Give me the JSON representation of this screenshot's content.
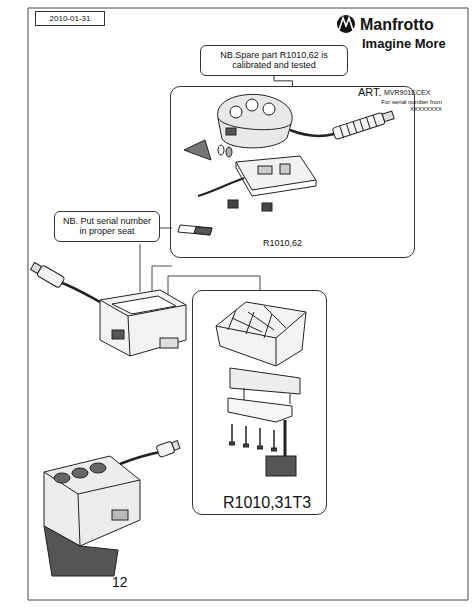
{
  "diagram": {
    "nodes": [
      {
        "text": [
          "2010-01-31"
        ]
      },
      {
        "text": [
          "NB.Spare part R1010,62 is calibrated and tested"
        ]
      },
      {
        "text": [
          "R1010,62"
        ]
      },
      {
        "text": [
          "NB. Put serial number in proper seat"
        ]
      },
      {
        "text": [
          "R1010,31T3"
        ]
      }
    ],
    "edges": [
      {
        "from": 1,
        "to": 2,
        "arrow": "none"
      }
    ],
    "labels": [
      "Manfrotto",
      "Imagine More",
      "ART.",
      "MVR901ECEX",
      "For serial number from XXXXXXXX",
      "12"
    ]
  }
}
